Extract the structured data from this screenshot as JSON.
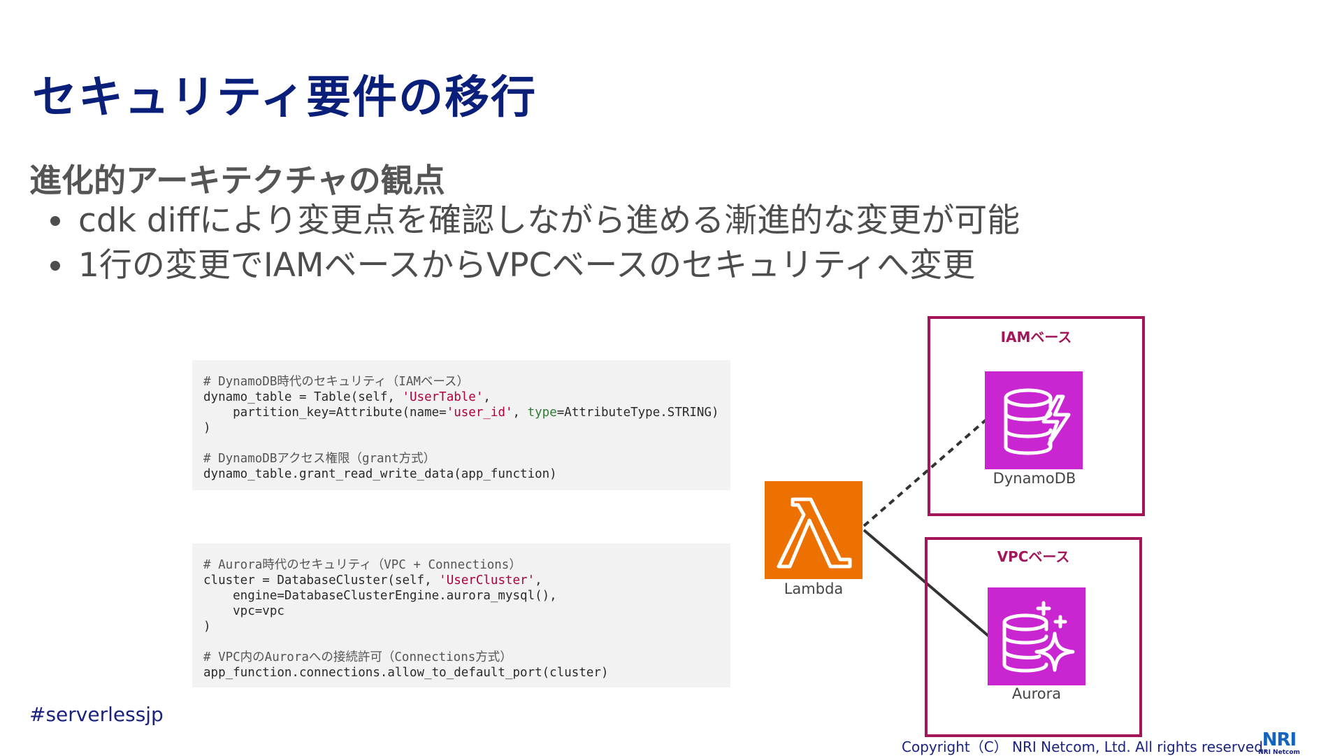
{
  "slide": {
    "title": "セキュリティ要件の移行",
    "subtitle": "進化的アーキテクチャの観点",
    "bullets": [
      "cdk diffにより変更点を確認しながら進める漸進的な変更が可能",
      "1行の変更でIAMベースからVPCベースのセキュリティへ変更"
    ]
  },
  "code_dynamo": {
    "comment1": "# DynamoDB時代のセキュリティ（IAMベース）",
    "line1_a": "dynamo_table = Table(self, ",
    "line1_str": "'UserTable'",
    "line1_b": ",",
    "line2_a": "    partition_key=Attribute(name=",
    "line2_str": "'user_id'",
    "line2_b": ", ",
    "line2_kw": "type",
    "line2_c": "=AttributeType.STRING)",
    "line3": ")",
    "comment2": "# DynamoDBアクセス権限（grant方式）",
    "line4": "dynamo_table.grant_read_write_data(app_function)"
  },
  "code_aurora": {
    "comment1": "# Aurora時代のセキュリティ（VPC + Connections）",
    "line1_a": "cluster = DatabaseCluster(self, ",
    "line1_str": "'UserCluster'",
    "line1_b": ",",
    "line2": "    engine=DatabaseClusterEngine.aurora_mysql(),",
    "line3": "    vpc=vpc",
    "line4": ")",
    "comment2": "# VPC内のAuroraへの接続許可（Connections方式）",
    "line5": "app_function.connections.allow_to_default_port(cluster)"
  },
  "diagram": {
    "iam_label": "IAMベース",
    "vpc_label": "VPCベース",
    "lambda_label": "Lambda",
    "dynamodb_label": "DynamoDB",
    "aurora_label": "Aurora",
    "colors": {
      "lambda": "#ed7100",
      "database": "#c925d1",
      "border": "#a3165a"
    }
  },
  "footer": {
    "hashtag": "#serverlessjp",
    "copyright": "Copyright（C） NRI Netcom, Ltd. All rights reserved.",
    "logo_main": "NRI",
    "logo_sub": "NRI Netcom"
  }
}
